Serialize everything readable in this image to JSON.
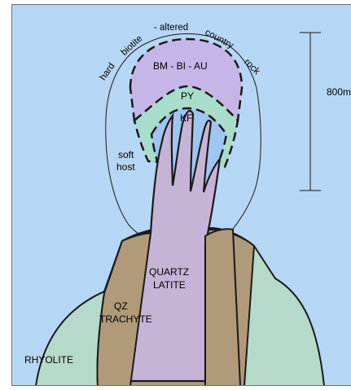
{
  "colors": {
    "background": "#b6d6f5",
    "purple_zone": "#c6b6e8",
    "green_zone": "#a8dccb",
    "blue_zone": "#9fc6f2",
    "rhyolite": "#b5dac9",
    "trachyte": "#b09a79",
    "quartz_latite": "#c6b4d6"
  },
  "labels": {
    "hard": "hard",
    "biotite": "biotite",
    "altered": "- altered",
    "country": "country",
    "rock": "rock",
    "bm_bi_au": "BM - BI - AU",
    "py": "PY",
    "kf": "KF",
    "soft": "soft",
    "host": "host",
    "quartz": "QUARTZ",
    "latite": "LATITE",
    "qz": "QZ",
    "trachyte": "TRACHYTE",
    "rhyolite": "RHYOLITE",
    "scale": "800m"
  }
}
